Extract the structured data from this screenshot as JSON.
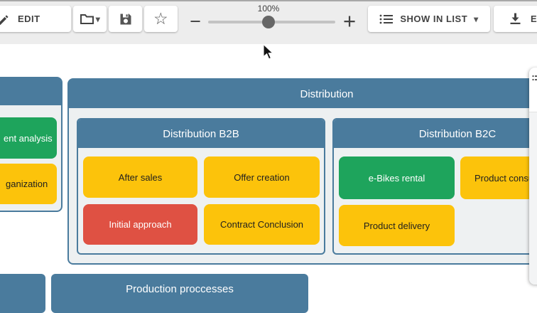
{
  "toolbar": {
    "edit_label": "EDIT",
    "zoom_percent": "100%",
    "show_in_list_label": "SHOW IN LIST",
    "export_label": "E",
    "icons": {
      "edit": "pencil-icon",
      "folder": "folder-icon with caret-down",
      "save": "floppy-disk-icon",
      "favorite": "star-outline-icon",
      "zoom_out_glyph": "−",
      "zoom_in_glyph": "+",
      "show_in_list": "list-icon",
      "caret_glyph": "▾",
      "export": "download-icon"
    }
  },
  "diagram": {
    "left_group": {
      "items": [
        {
          "label": "ent analysis",
          "color": "green"
        },
        {
          "label": "ganization",
          "color": "yellow"
        }
      ]
    },
    "distribution": {
      "title": "Distribution",
      "b2b": {
        "title": "Distribution B2B",
        "items": [
          {
            "label": "After sales",
            "color": "yellow"
          },
          {
            "label": "Offer creation",
            "color": "yellow"
          },
          {
            "label": "Initial approach",
            "color": "red"
          },
          {
            "label": "Contract Conclusion",
            "color": "yellow"
          }
        ]
      },
      "b2c": {
        "title": "Distribution B2C",
        "items": [
          {
            "label": "e-Bikes rental",
            "color": "green"
          },
          {
            "label": "Product consu",
            "color": "yellow"
          },
          {
            "label": "Product delivery",
            "color": "yellow"
          }
        ]
      }
    },
    "production": {
      "title": "Production proccesses"
    }
  },
  "colors": {
    "header_blue": "#4a7b9d",
    "container_bg": "#edf0f1",
    "process_yellow": "#fcc30b",
    "process_green": "#1ea45c",
    "process_red": "#df5143",
    "toolbar_bg": "#ededed"
  }
}
